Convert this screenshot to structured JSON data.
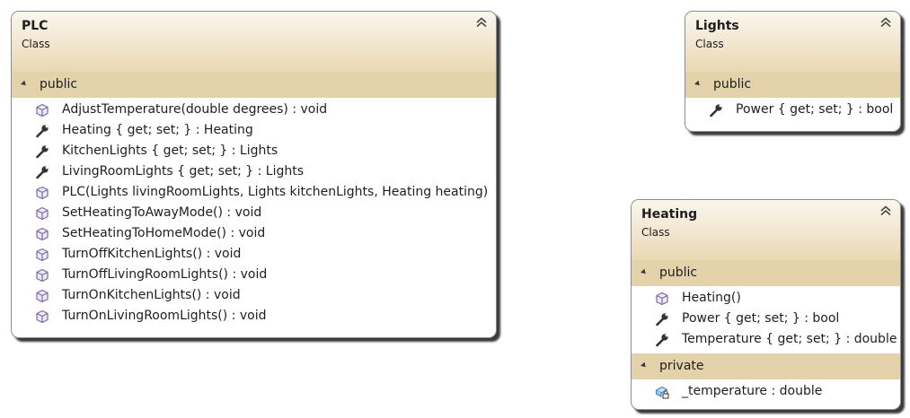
{
  "classes": {
    "plc": {
      "name": "PLC",
      "kind": "Class",
      "sections": [
        {
          "label": "public",
          "members": [
            {
              "icon": "method-icon",
              "text": "AdjustTemperature(double degrees) : void"
            },
            {
              "icon": "property-icon",
              "text": "Heating { get; set; } : Heating"
            },
            {
              "icon": "property-icon",
              "text": "KitchenLights { get; set; } : Lights"
            },
            {
              "icon": "property-icon",
              "text": "LivingRoomLights { get; set; } : Lights"
            },
            {
              "icon": "method-icon",
              "text": "PLC(Lights livingRoomLights, Lights kitchenLights, Heating heating)"
            },
            {
              "icon": "method-icon",
              "text": "SetHeatingToAwayMode() : void"
            },
            {
              "icon": "method-icon",
              "text": "SetHeatingToHomeMode() : void"
            },
            {
              "icon": "method-icon",
              "text": "TurnOffKitchenLights() : void"
            },
            {
              "icon": "method-icon",
              "text": "TurnOffLivingRoomLights() : void"
            },
            {
              "icon": "method-icon",
              "text": "TurnOnKitchenLights() : void"
            },
            {
              "icon": "method-icon",
              "text": "TurnOnLivingRoomLights() : void"
            }
          ]
        }
      ]
    },
    "lights": {
      "name": "Lights",
      "kind": "Class",
      "sections": [
        {
          "label": "public",
          "members": [
            {
              "icon": "property-icon",
              "text": "Power { get; set; } : bool"
            }
          ]
        }
      ]
    },
    "heating": {
      "name": "Heating",
      "kind": "Class",
      "sections": [
        {
          "label": "public",
          "members": [
            {
              "icon": "method-icon",
              "text": "Heating()"
            },
            {
              "icon": "property-icon",
              "text": "Power { get; set; } : bool"
            },
            {
              "icon": "property-icon",
              "text": "Temperature { get; set; } : double"
            }
          ]
        },
        {
          "label": "private",
          "members": [
            {
              "icon": "private-field-icon",
              "text": "_temperature : double"
            }
          ]
        }
      ]
    }
  },
  "colors": {
    "section_header": "#e4d3aa",
    "header_gradient_end": "#ead8b2",
    "method_icon": "#7b68a8",
    "field_icon": "#3b7fc4",
    "border": "#8c8c8c"
  }
}
